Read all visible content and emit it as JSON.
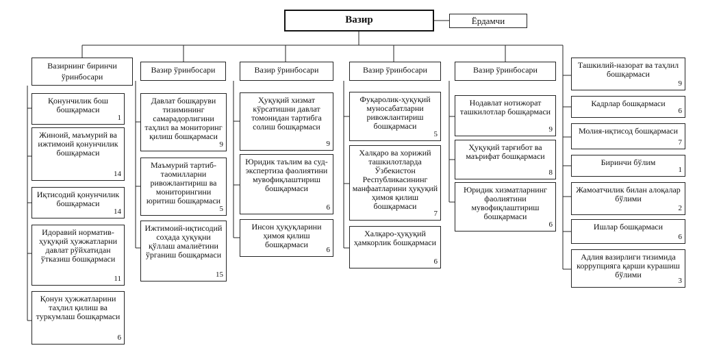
{
  "minister": "Вазир",
  "assistant": "Ёрдамчи",
  "columns": [
    {
      "head": "Вазирнинг биринчи ўринбосари",
      "items": [
        {
          "label": "Қонунчилик бош бошқармаси",
          "num": "1"
        },
        {
          "label": "Жиноий, маъмурий ва ижтимоий қонунчилик бошқармаси",
          "num": "14"
        },
        {
          "label": "Иқтисодий қонунчилик бошқармаси",
          "num": "14"
        },
        {
          "label": "Идоравий норматив-ҳуқуқий ҳужжатларни давлат рўйхатидан ўтказиш бошқармаси",
          "num": "11"
        },
        {
          "label": "Қонун ҳужжатларини таҳлил қилиш ва туркумлаш бошқармаси",
          "num": "6"
        }
      ]
    },
    {
      "head": "Вазир ўринбосари",
      "items": [
        {
          "label": "Давлат бошқаруви тизимининг самарадорлигини таҳлил ва мониторинг қилиш бошқармаси",
          "num": "9"
        },
        {
          "label": "Маъмурий тартиб-таомилларни ривожлантириш ва мониторингини юритиш бошқармаси",
          "num": "5"
        },
        {
          "label": "Ижтимоий-иқтисодий соҳада ҳуқуқни қўллаш амалиётини ўрганиш бошқармаси",
          "num": "15"
        }
      ]
    },
    {
      "head": "Вазир ўринбосари",
      "items": [
        {
          "label": "Ҳуқуқий хизмат кўрсатишни давлат томонидан тартибга солиш бошқармаси",
          "num": "9"
        },
        {
          "label": "Юридик таълим ва суд-экспертиза фаолиятини мувофиқлаштириш бошқармаси",
          "num": "6"
        },
        {
          "label": "Инсон ҳуқуқларини ҳимоя қилиш бошқармаси",
          "num": "6"
        }
      ]
    },
    {
      "head": "Вазир ўринбосари",
      "items": [
        {
          "label": "Фуқаролик-ҳуқуқий муносабатларни ривожлантириш бошқармаси",
          "num": "5"
        },
        {
          "label": "Халқаро ва хорижий ташкилотларда Ўзбекистон Республикасининг манфаатларини ҳуқуқий ҳимоя қилиш бошқармаси",
          "num": "7"
        },
        {
          "label": "Халқаро-ҳуқуқий ҳамкорлик бошқармаси",
          "num": "6"
        }
      ]
    },
    {
      "head": "Вазир ўринбосари",
      "items": [
        {
          "label": "Нодавлат нотижорат ташкилотлар бошқармаси",
          "num": "9"
        },
        {
          "label": "Ҳуқуқий тарғибот ва маърифат бошқармаси",
          "num": "8"
        },
        {
          "label": "Юридик хизматларнинг фаолиятини мувофиқлаштириш бошқармаси",
          "num": "6"
        }
      ]
    }
  ],
  "right_items": [
    {
      "label": "Ташкилий-назорат ва таҳлил бошқармаси",
      "num": "9"
    },
    {
      "label": "Кадрлар бошқармаси",
      "num": "6"
    },
    {
      "label": "Молия-иқтисод бошқармаси",
      "num": "7"
    },
    {
      "label": "Биринчи бўлим",
      "num": "1"
    },
    {
      "label": "Жамоатчилик билан алоқалар бўлими",
      "num": "2"
    },
    {
      "label": "Ишлар бошқармаси",
      "num": "6"
    },
    {
      "label": "Адлия вазирлиги тизимида коррупцияга қарши курашиш бўлими",
      "num": "3"
    }
  ]
}
